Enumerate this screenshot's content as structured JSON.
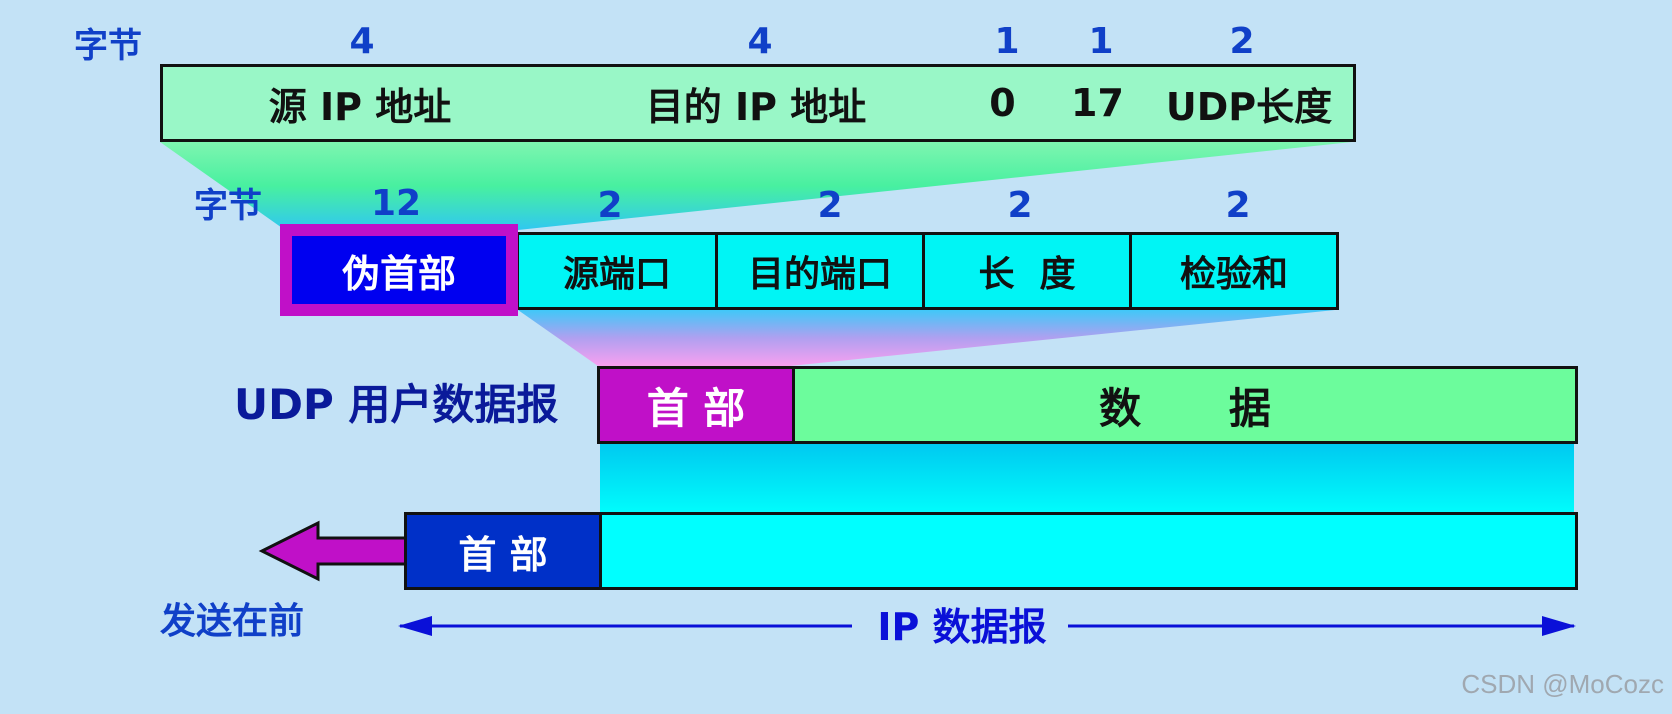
{
  "ip_pseudo": {
    "byte_label": "字节",
    "byte_counts": [
      "4",
      "4",
      "1",
      "1",
      "2"
    ],
    "fields": [
      "源 IP 地址",
      "目的 IP 地址",
      "0",
      "17",
      "UDP长度"
    ]
  },
  "udp_header": {
    "byte_label": "字节",
    "byte_counts": [
      "12",
      "2",
      "2",
      "2",
      "2"
    ],
    "pseudo_label": "伪首部",
    "fields": [
      "源端口",
      "目的端口",
      "长  度",
      "检验和"
    ]
  },
  "udp_datagram": {
    "label": "UDP 用户数据报",
    "header": "首 部",
    "data": "数      据"
  },
  "ip_datagram": {
    "header": "首 部",
    "send_first": "发送在前",
    "label": "IP 数据报"
  },
  "watermark": "CSDN @MoCozc",
  "colors": {
    "background": "#c3e2f6",
    "row1_fill": "#99f7c7",
    "row2_fill": "#00f5f5",
    "pseudo_border": "#c010c8",
    "pseudo_fill": "#0000f0",
    "udp_header_fill": "#c010c8",
    "udp_data_fill": "#6cfc9c",
    "ip_header_fill": "#0030c8",
    "ip_body_fill": "#00ffff",
    "text_blue": "#1040c8"
  }
}
